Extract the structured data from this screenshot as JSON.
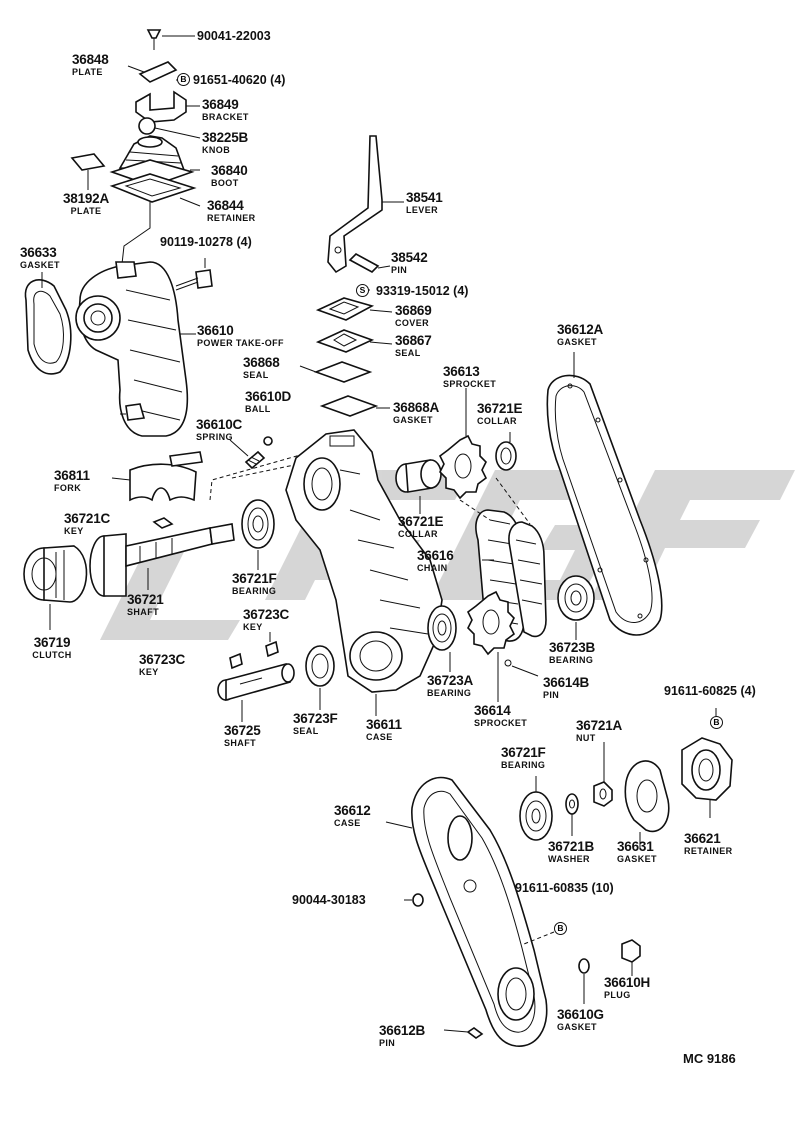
{
  "diagram_code": "MC 9186",
  "parts": [
    {
      "number": "36848",
      "name": "PLATE"
    },
    {
      "number": "36849",
      "name": "BRACKET"
    },
    {
      "number": "38225B",
      "name": "KNOB"
    },
    {
      "number": "36840",
      "name": "BOOT"
    },
    {
      "number": "38192A",
      "name": "PLATE"
    },
    {
      "number": "36844",
      "name": "RETAINER"
    },
    {
      "number": "36633",
      "name": "GASKET"
    },
    {
      "number": "36610",
      "name": "POWER TAKE-OFF"
    },
    {
      "number": "38541",
      "name": "LEVER"
    },
    {
      "number": "38542",
      "name": "PIN"
    },
    {
      "number": "36869",
      "name": "COVER"
    },
    {
      "number": "36867",
      "name": "SEAL"
    },
    {
      "number": "36868",
      "name": "SEAL"
    },
    {
      "number": "36612A",
      "name": "GASKET"
    },
    {
      "number": "36613",
      "name": "SPROCKET"
    },
    {
      "number": "36610D",
      "name": "BALL"
    },
    {
      "number": "36610C",
      "name": "SPRING"
    },
    {
      "number": "36868A",
      "name": "GASKET"
    },
    {
      "number": "36721E",
      "name": "COLLAR"
    },
    {
      "number": "36811",
      "name": "FORK"
    },
    {
      "number": "36721E",
      "name": "COLLAR"
    },
    {
      "number": "36721C",
      "name": "KEY"
    },
    {
      "number": "36616",
      "name": "CHAIN"
    },
    {
      "number": "36721F",
      "name": "BEARING"
    },
    {
      "number": "36721",
      "name": "SHAFT"
    },
    {
      "number": "36723B",
      "name": "BEARING"
    },
    {
      "number": "36719",
      "name": "CLUTCH"
    },
    {
      "number": "36723C",
      "name": "KEY"
    },
    {
      "number": "36723C",
      "name": "KEY"
    },
    {
      "number": "36723A",
      "name": "BEARING"
    },
    {
      "number": "36614B",
      "name": "PIN"
    },
    {
      "number": "36725",
      "name": "SHAFT"
    },
    {
      "number": "36723F",
      "name": "SEAL"
    },
    {
      "number": "36611",
      "name": "CASE"
    },
    {
      "number": "36614",
      "name": "SPROCKET"
    },
    {
      "number": "36721A",
      "name": "NUT"
    },
    {
      "number": "36721F",
      "name": "BEARING"
    },
    {
      "number": "36612",
      "name": "CASE"
    },
    {
      "number": "36721B",
      "name": "WASHER"
    },
    {
      "number": "36631",
      "name": "GASKET"
    },
    {
      "number": "36621",
      "name": "RETAINER"
    },
    {
      "number": "36610H",
      "name": "PLUG"
    },
    {
      "number": "36610G",
      "name": "GASKET"
    },
    {
      "number": "36612B",
      "name": "PIN"
    }
  ],
  "fasteners": [
    {
      "number": "90041-22003",
      "mark": ""
    },
    {
      "number": "91651-40620 (4)",
      "mark": "B"
    },
    {
      "number": "90119-10278 (4)",
      "mark": ""
    },
    {
      "number": "93319-15012 (4)",
      "mark": "S"
    },
    {
      "number": "91611-60825 (4)",
      "mark": "B"
    },
    {
      "number": "90044-30183",
      "mark": ""
    },
    {
      "number": "91611-60835 (10)",
      "mark": "B"
    }
  ],
  "colors": {
    "ink": "#111111",
    "paper": "#ffffff",
    "watermark": "#c8c8c8"
  }
}
